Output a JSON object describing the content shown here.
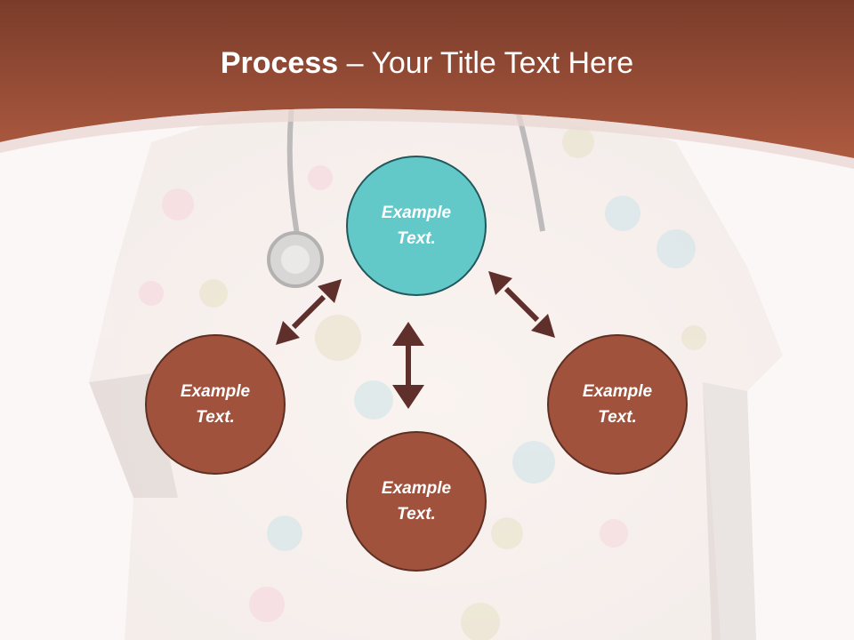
{
  "title": {
    "bold": "Process",
    "rest": " – Your Title Text Here"
  },
  "nodes": {
    "top": "Example Text.",
    "left": "Example Text.",
    "right": "Example Text.",
    "bottom": "Example Text."
  },
  "colors": {
    "banner_top": "#7a3c2a",
    "banner_bottom": "#ad5a40",
    "node_teal": "#62c8c8",
    "node_brown": "#a0523c",
    "arrow": "#5e2f2b",
    "background": "#fbf7f6"
  }
}
